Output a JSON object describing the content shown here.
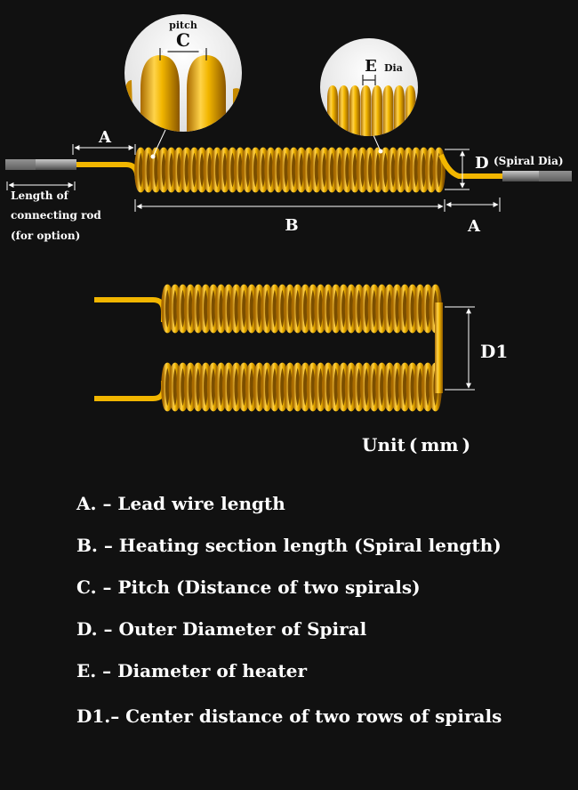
{
  "colors": {
    "background": "#111111",
    "coil": "#f2b600",
    "coil_highlight": "#ffe27a",
    "coil_shadow": "#9a6200",
    "rod": "#8c8c8c",
    "dimension_line": "#ffffff"
  },
  "top_diagram": {
    "label_a_left": "A",
    "label_a_right": "A",
    "label_b": "B",
    "label_d": "D",
    "label_d_note": "(Spiral Dia)",
    "rod_label_line1": "Length of",
    "rod_label_line2": "connecting rod",
    "rod_label_line3": "(for option)",
    "zoom_c_title": "pitch",
    "zoom_c_label": "C",
    "zoom_e_label": "E",
    "zoom_e_note": "Dia"
  },
  "bottom_diagram": {
    "label_d1": "D1"
  },
  "unit_text": "Unit ( mm )",
  "legend": [
    "A. – Lead wire length",
    "B. – Heating section length (Spiral length)",
    "C. – Pitch (Distance of two spirals)",
    "D. – Outer Diameter of Spiral",
    "E. – Diameter of heater",
    "D1.– Center distance of two rows of spirals"
  ]
}
